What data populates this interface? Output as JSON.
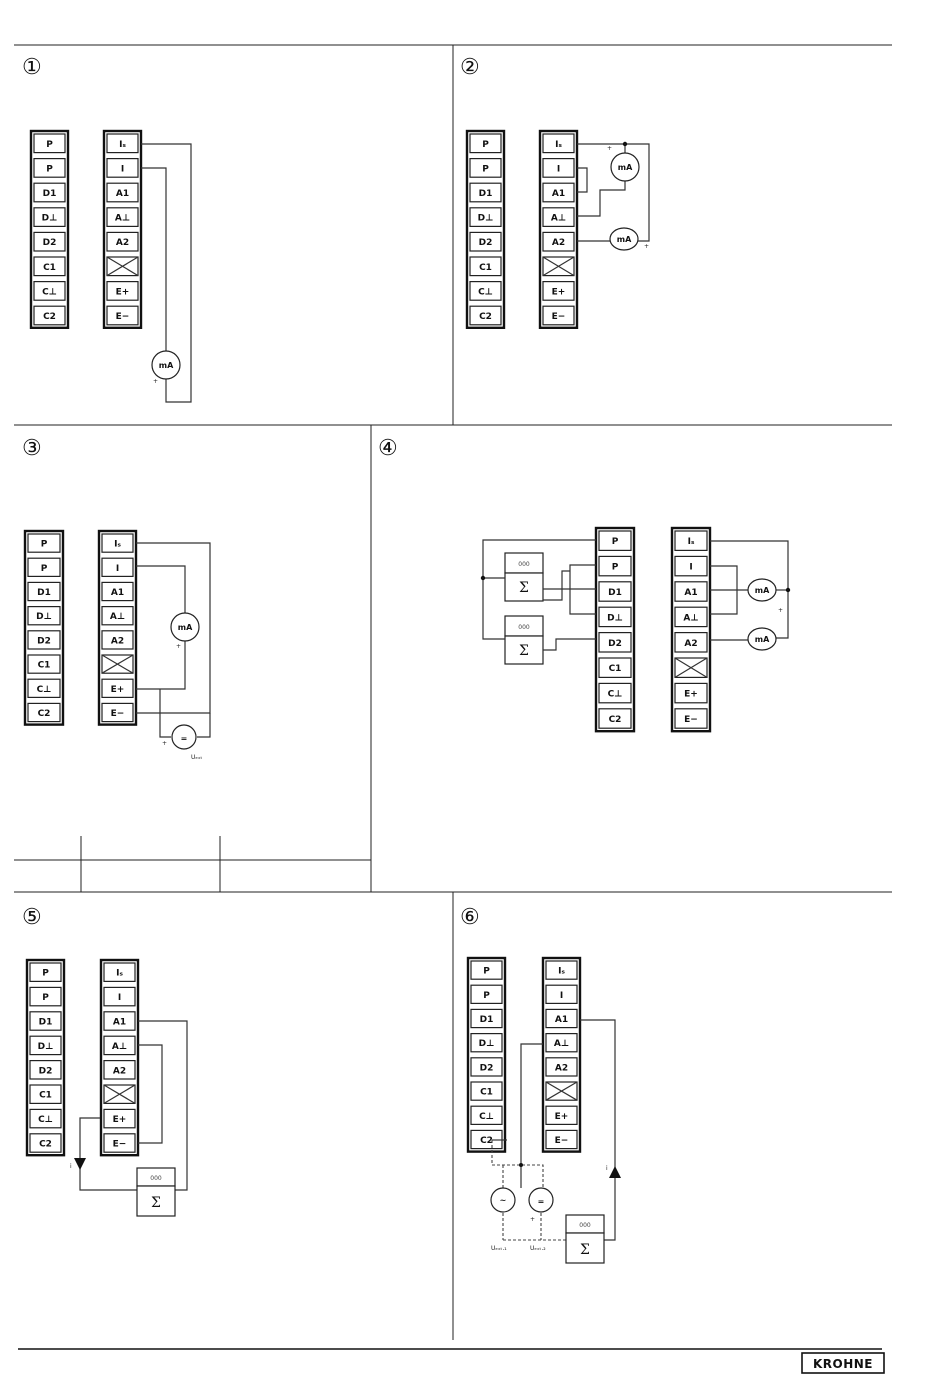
{
  "brand": "KROHNE",
  "panels": [
    {
      "number": "①"
    },
    {
      "number": "②"
    },
    {
      "number": "③"
    },
    {
      "number": "④"
    },
    {
      "number": "⑤"
    },
    {
      "number": "⑥"
    }
  ],
  "terminals": {
    "left": [
      "P",
      "P",
      "D1",
      "D⊥",
      "D2",
      "C1",
      "C⊥",
      "C2"
    ],
    "right": [
      "Iₛ",
      "I",
      "A1",
      "A⊥",
      "A2",
      "",
      "E+",
      "E−"
    ]
  },
  "symbols": {
    "meter": "mA",
    "counter_display": "000",
    "sum": "Σ",
    "dc_source": "=",
    "ac_source": "~",
    "current": "i",
    "plus": "+",
    "u_ext": "Uₑₓₜ",
    "u_ext_1": "Uₑₓₜ.₁",
    "u_ext_2": "Uₑₓₜ.₂"
  }
}
